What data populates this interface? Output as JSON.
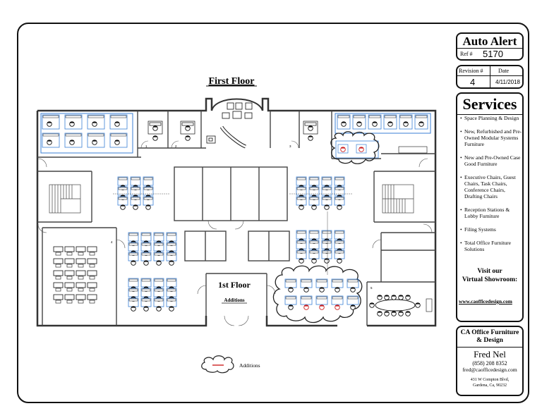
{
  "floor_plan": {
    "title": "First Floor",
    "center_label": "1st Floor",
    "center_sublabel": "Additions",
    "legend_label": "Additions",
    "room_numbers": [
      "1",
      "2",
      "3",
      "4",
      "5"
    ]
  },
  "title_block": {
    "project": "Auto Alert",
    "ref_label": "Ref #",
    "ref_value": "5170",
    "revision_label": "Revision #",
    "revision_value": "4",
    "date_label": "Date",
    "date_value": "4/11/2018"
  },
  "services": {
    "heading": "Services",
    "items": [
      "Space Planning & Design",
      "New, Refurbished and Pre-Owned Modular Systems Furniture",
      "New and Pre-Owned Case Good Furniture",
      "Executive Chairs, Guest Chairs, Task Chairs, Conference Chairs, Drafting Chairs",
      "Reception Stations & Lobby Furniture",
      "Filing Systems",
      "Total Office Furniture Solutions"
    ],
    "visit_line1": "Visit our",
    "visit_line2": "Virtual Showroom:",
    "url": "www.caofficedesign.com"
  },
  "company": {
    "name_line1": "CA Office Furniture",
    "name_line2": "& Design",
    "contact_name": "Fred Nel",
    "phone": "(858) 208 8352",
    "email": "fred@caofficedesign.com",
    "address_line1": "431 W Compton Blvd,",
    "address_line2": "Gardena, Ca, 90232"
  },
  "colors": {
    "wall": "#333333",
    "workstation": "#3a7fd5",
    "addition_mark": "#cc2222"
  }
}
